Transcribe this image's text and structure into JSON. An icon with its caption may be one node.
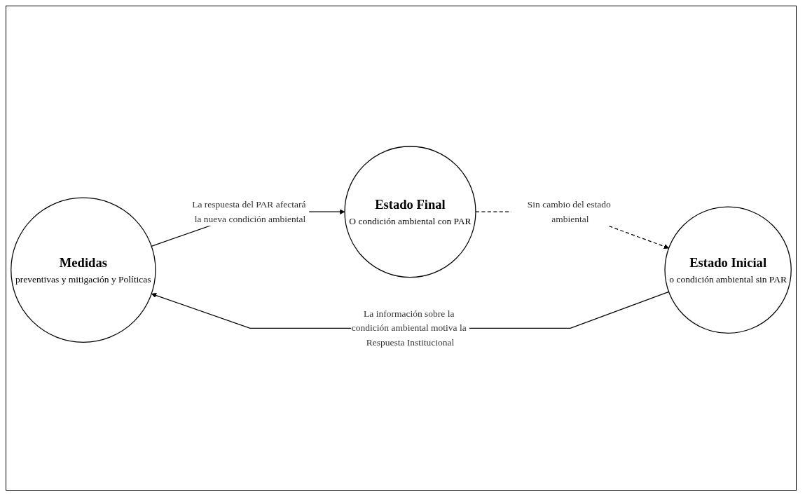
{
  "diagram": {
    "nodes": [
      {
        "text": [
          "Medidas",
          "preventivas y mitigación y Políticas"
        ]
      },
      {
        "text": [
          "Estado Inicial",
          "o condición ambiental sin PAR"
        ]
      },
      {
        "text": [
          "Estado Final",
          "O condición ambiental con PAR"
        ]
      }
    ],
    "edges": [
      {
        "from": 1,
        "to": 0,
        "arrow": "to",
        "label": "La información sobre la condición ambiental motiva la Respuesta Institucional"
      },
      {
        "from": 0,
        "to": 2,
        "arrow": "to",
        "label": "La respuesta del PAR afectará la nueva condición ambiental"
      },
      {
        "from": 2,
        "to": 1,
        "arrow": "to",
        "label": "Sin cambio del estado ambiental",
        "style": "dashed"
      }
    ]
  }
}
